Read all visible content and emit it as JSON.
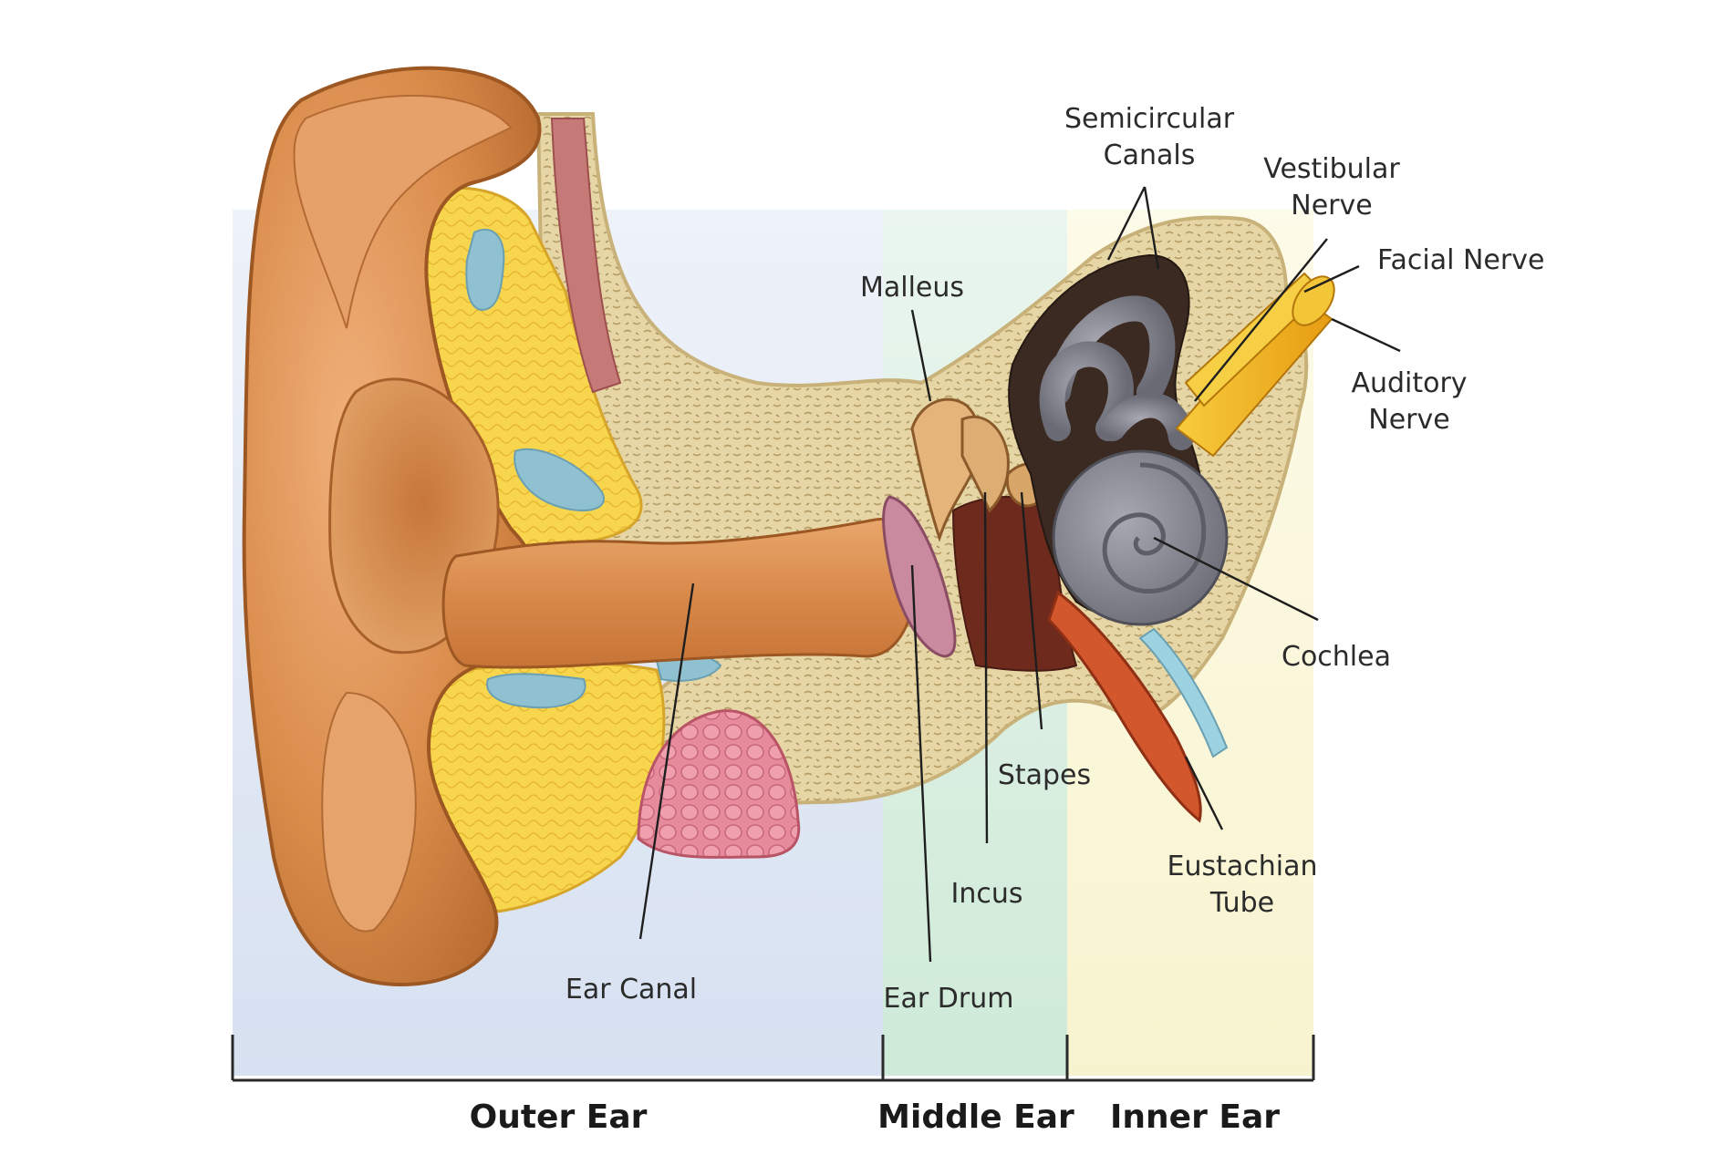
{
  "labels": {
    "semicircular_canals_line1": "Semicircular",
    "semicircular_canals_line2": "Canals",
    "vestibular_nerve_line1": "Vestibular",
    "vestibular_nerve_line2": "Nerve",
    "facial_nerve": "Facial Nerve",
    "auditory_nerve_line1": "Auditory",
    "auditory_nerve_line2": "Nerve",
    "malleus": "Malleus",
    "cochlea": "Cochlea",
    "stapes": "Stapes",
    "incus": "Incus",
    "eustachian_tube_line1": "Eustachian",
    "eustachian_tube_line2": "Tube",
    "ear_canal": "Ear Canal",
    "ear_drum": "Ear Drum"
  },
  "sections": {
    "outer": "Outer Ear",
    "middle": "Middle Ear",
    "inner": "Inner Ear"
  },
  "colors": {
    "outer_bg": "#dde6f3",
    "middle_bg": "#d6eedd",
    "inner_bg": "#fbf7d8",
    "skin": "#d98b4a",
    "skin_dark": "#b8672d",
    "bone": "#e4d3a3",
    "cartilage": "#f5cf45",
    "cochlea": "#86868f",
    "nerve": "#f0b624"
  }
}
